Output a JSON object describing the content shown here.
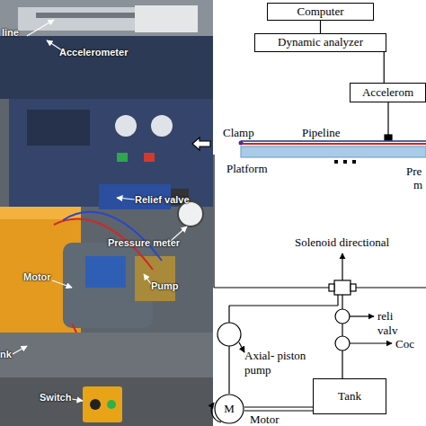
{
  "diagram": {
    "nodes": [
      {
        "text": [
          "Computer"
        ]
      },
      {
        "text": [
          "Dynamic analyzer"
        ]
      },
      {
        "text": [
          "Accelerom"
        ]
      },
      {
        "text": [
          "M",
          "Motor"
        ]
      },
      {
        "text": [
          "Tank"
        ]
      }
    ],
    "edges": [
      {
        "from": 0,
        "to": 1,
        "arrow": "none"
      },
      {
        "from": 1,
        "to": 2,
        "arrow": "none"
      },
      {
        "from": 3,
        "to": 4,
        "arrow": "none"
      }
    ],
    "labels": [
      "line",
      "Accelerometer",
      "Relief valve",
      "Pressure meter",
      "Motor",
      "Pump",
      "nk",
      "Switch",
      "Clamp",
      "Pipeline",
      "Platform",
      "Pre",
      "m",
      "Solenoid directional",
      "Axial- piston pump",
      "reli valv",
      "Coc"
    ]
  }
}
